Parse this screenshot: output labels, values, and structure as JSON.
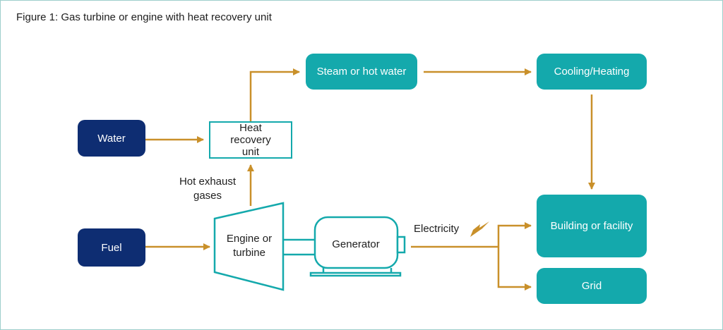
{
  "title": "Figure 1: Gas turbine or engine with heat recovery unit",
  "nodes": {
    "water": "Water",
    "fuel": "Fuel",
    "heat_recovery": "Heat recovery unit",
    "steam": "Steam or hot water",
    "cooling": "Cooling/Heating",
    "building": "Building or facility",
    "grid": "Grid",
    "engine": "Engine or turbine",
    "generator": "Generator"
  },
  "labels": {
    "hot_exhaust": "Hot exhaust gases",
    "electricity": "Electricity"
  },
  "colors": {
    "navy": "#0e2d72",
    "teal": "#14a9ac",
    "arrow": "#c9902a"
  }
}
